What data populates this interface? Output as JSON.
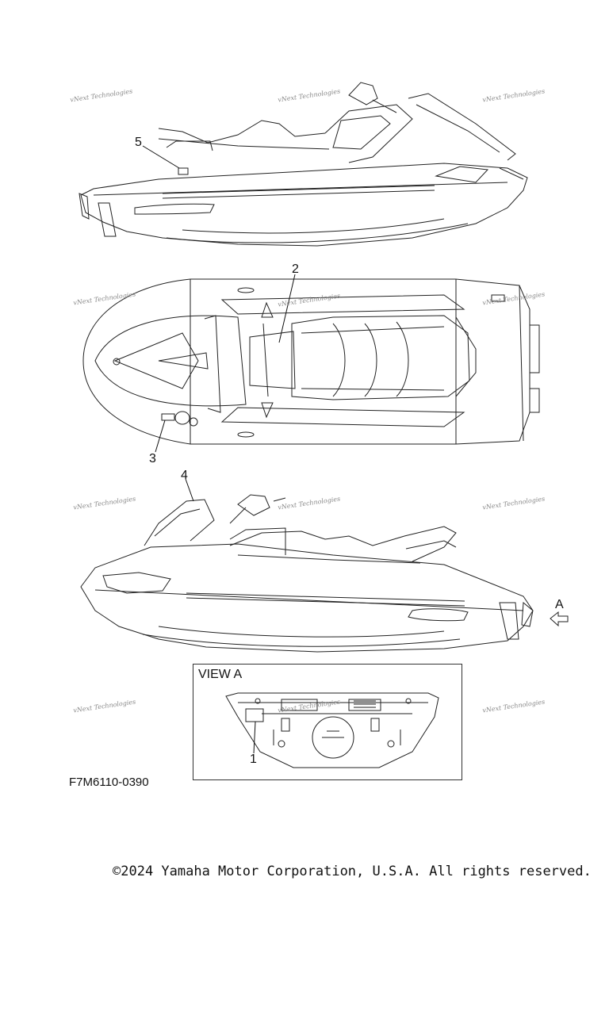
{
  "figure": {
    "code": "F7M6110-0390",
    "view_label": "VIEW A",
    "arrow_label": "A"
  },
  "callouts": [
    "1",
    "2",
    "3",
    "4",
    "5"
  ],
  "watermark": "vNext Technologies",
  "copyright": "©2024 Yamaha Motor Corporation, U.S.A. All rights reserved."
}
